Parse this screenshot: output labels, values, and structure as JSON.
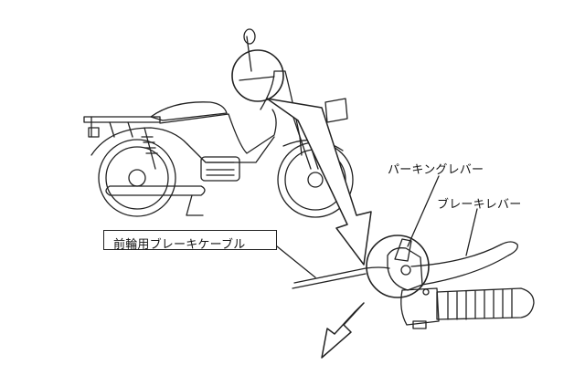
{
  "labels": {
    "parking_lever": "パーキングレバー",
    "brake_lever": "ブレーキレバー",
    "front_brake_cable": "前輪用ブレーキケーブル"
  },
  "colors": {
    "line": "#222222",
    "background": "#ffffff"
  }
}
